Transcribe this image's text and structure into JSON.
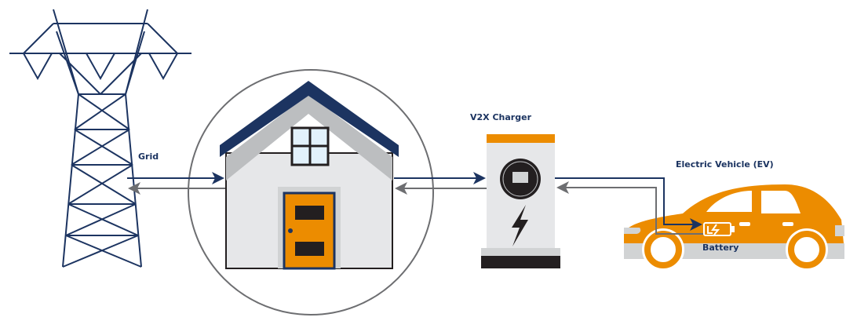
{
  "labels": {
    "grid": "Grid",
    "charger": "V2X Charger",
    "ev": "Electric Vehicle (EV)",
    "battery": "Battery"
  },
  "colors": {
    "navy": "#1c3461",
    "orange": "#ec8c00",
    "arrow_gray": "#6d6e71",
    "light_gray": "#e6e7e9",
    "dark": "#231f20"
  },
  "icons": [
    "transmission-tower-icon",
    "house-icon",
    "charger-icon",
    "lightning-icon",
    "car-icon",
    "battery-icon"
  ]
}
